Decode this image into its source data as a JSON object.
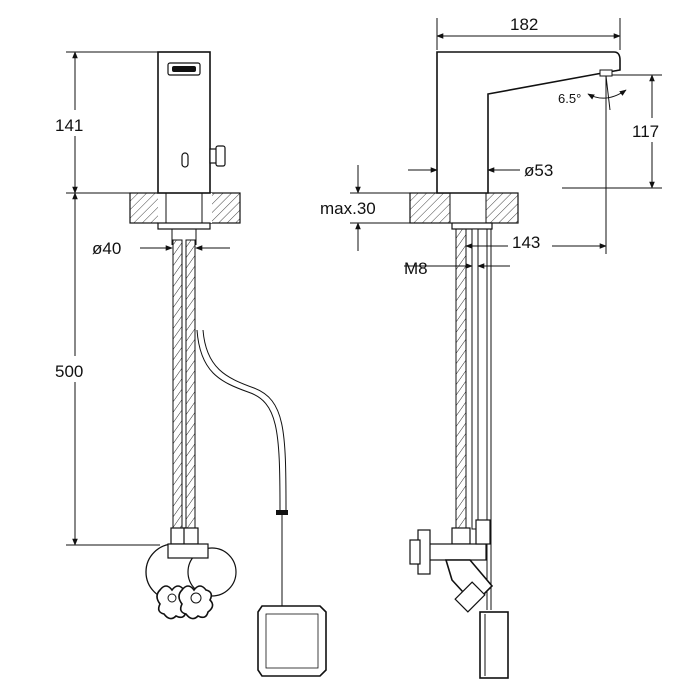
{
  "dimensions": {
    "front_height": "141",
    "hose_length": "500",
    "diameter_40": "ø40",
    "width_182": "182",
    "angle": "6.5°",
    "height_117": "117",
    "diameter_53": "ø53",
    "max_30": "max.30",
    "offset_143": "143",
    "thread_m8": "M8"
  }
}
